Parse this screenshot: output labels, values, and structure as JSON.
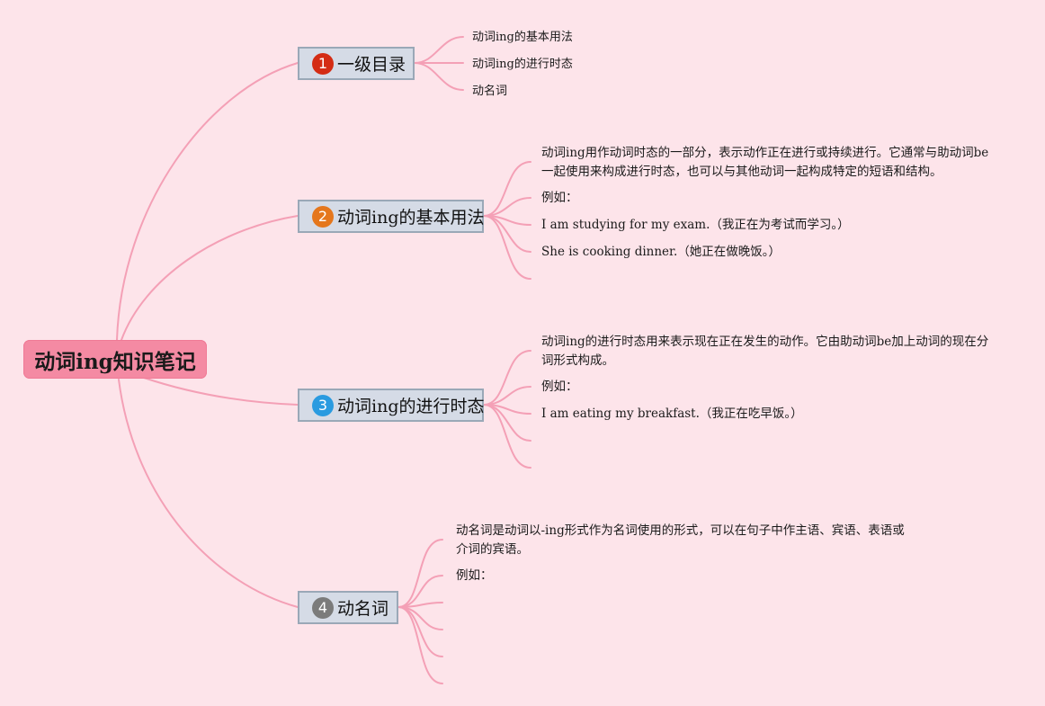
{
  "theme": {
    "background": "#fde4ea",
    "branch_color": "#f4a0b6",
    "root_color": "#f48aa3",
    "topic_fill": "#d5dbe6",
    "topic_border": "#9aa8b7"
  },
  "root": {
    "label": "动词ing知识笔记"
  },
  "topics": [
    {
      "badge": "1",
      "badge_color": "#d42c14",
      "label": "一级目录",
      "children": [
        "动词ing的基本用法",
        "动词ing的进行时态",
        "动名词"
      ]
    },
    {
      "badge": "2",
      "badge_color": "#e5771d",
      "label": "动词ing的基本用法",
      "children": [
        "动词ing用作动词时态的一部分，表示动作正在进行或持续进行。它通常与助动词be一起使用来构成进行时态，也可以与其他动词一起构成特定的短语和结构。",
        "例如：",
        "I am studying for my exam.（我正在为考试而学习。）",
        "She is cooking dinner.（她正在做晚饭。）",
        ""
      ]
    },
    {
      "badge": "3",
      "badge_color": "#2a9be0",
      "label": "动词ing的进行时态",
      "children": [
        "动词ing的进行时态用来表示现在正在发生的动作。它由助动词be加上动词的现在分词形式构成。",
        "例如：",
        "I am eating my breakfast.（我正在吃早饭。）",
        "",
        ""
      ]
    },
    {
      "badge": "4",
      "badge_color": "#7b7b7b",
      "label": "动名词",
      "children": [
        "动名词是动词以-ing形式作为名词使用的形式，可以在句子中作主语、宾语、表语或介词的宾语。",
        "例如：",
        "",
        "",
        "",
        ""
      ]
    }
  ]
}
